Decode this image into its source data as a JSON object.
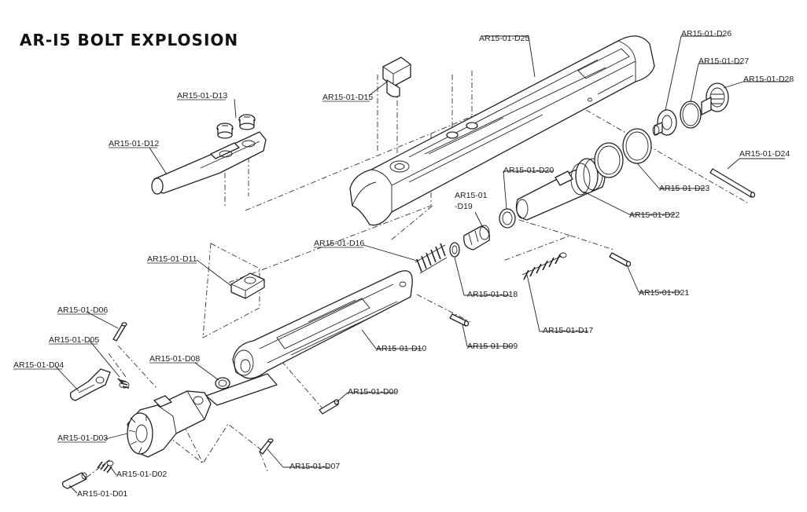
{
  "title": "AR-I5  BOLT  EXPLOSION",
  "labels": {
    "D01": "AR15-01-D01",
    "D02": "AR15-01-D02",
    "D03": "AR15-01-D03",
    "D04": "AR15-01-D04",
    "D05": "AR15-01-D05",
    "D06": "AR15-01-D06",
    "D07": "AR15-01-D07",
    "D08": "AR15-01-D08",
    "D09a": "AR15-01-D09",
    "D09b": "AR15-01-D09",
    "D10": "AR15-01-D10",
    "D11": "AR15-01-D11",
    "D12": "AR15-01-D12",
    "D13": "AR15-01-D13",
    "D15": "AR15-01-D15",
    "D16": "AR15-01-D16",
    "D17": "AR15-01-D17",
    "D18": "AR15-01-D18",
    "D19a": "AR15-01",
    "D19b": "-D19",
    "D20": "AR15-01-D20",
    "D21": "AR15-01-D21",
    "D22": "AR15-01-D22",
    "D23": "AR15-01-D23",
    "D24": "AR15-01-D24",
    "D25": "AR15-01-D25",
    "D26": "AR15-01-D26",
    "D27": "AR15-01-D27",
    "D28": "AR15-01-D28"
  }
}
